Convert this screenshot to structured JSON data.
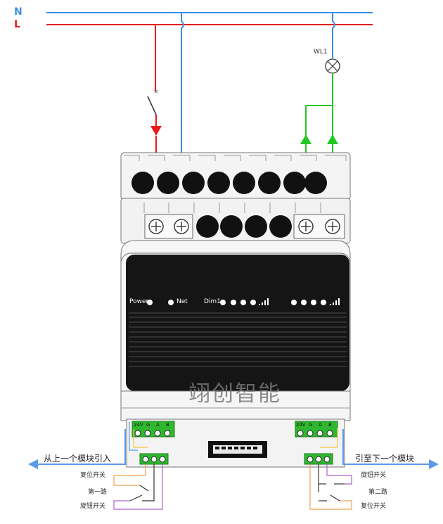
{
  "lines": {
    "n_label": "N",
    "l_label": "L",
    "n_color": "#3b8fe8",
    "l_color": "#e61e1e",
    "load_color": "#22c922"
  },
  "lamp": {
    "label": "WL1"
  },
  "switch": {
    "mark": "×"
  },
  "module": {
    "watermark": "翊创智能",
    "power_label": "Power",
    "net_label": "Net",
    "dim1_label": "Dim1",
    "body_color": "#f4f4f4",
    "panel_color": "#151515"
  },
  "terminals": {
    "left": [
      "24V",
      "G",
      "A",
      "B"
    ],
    "right": [
      "24V",
      "G",
      "A",
      "B"
    ]
  },
  "bus": {
    "from_prev": "从上一个模块引入",
    "to_next": "引至下一个模块",
    "color": "#5a9ae8"
  },
  "knob_left": {
    "reset": "复位开关",
    "channel": "第一路",
    "knob": "旋钮开关"
  },
  "knob_right": {
    "knob": "旋钮开关",
    "channel": "第二路",
    "reset": "复位开关"
  },
  "wire_colors": {
    "orange": "#f0a050",
    "purple": "#b060d0",
    "yellow": "#f3c63a"
  }
}
